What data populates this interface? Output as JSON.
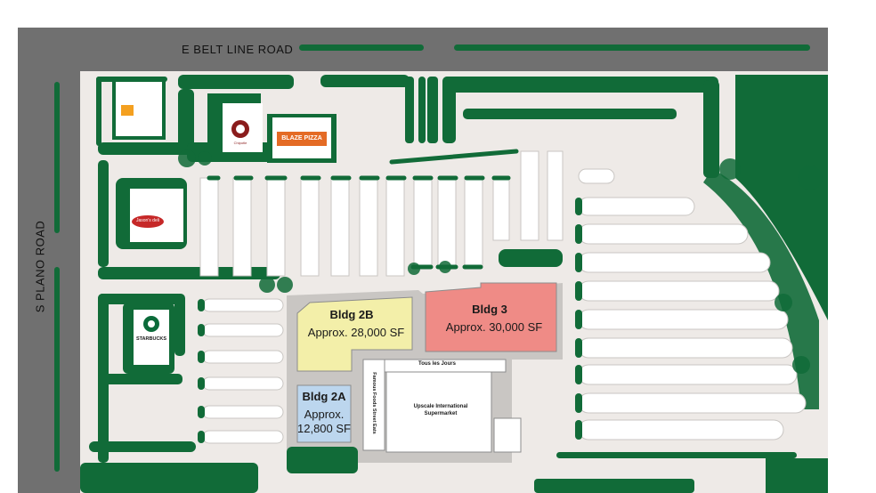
{
  "roads": {
    "north": "E BELT LINE ROAD",
    "west": "S PLANO ROAD"
  },
  "buildings": {
    "bldg_2b": {
      "name": "Bldg 2B",
      "size": "Approx. 28,000 SF",
      "color": "#f3efa9"
    },
    "bldg_3": {
      "name": "Bldg 3",
      "size": "Approx. 30,000 SF",
      "color": "#ef8b86"
    },
    "bldg_2a": {
      "name": "Bldg 2A",
      "size_line1": "Approx.",
      "size_line2": "12,800 SF",
      "color": "#bcd6ee"
    }
  },
  "tenants": {
    "tous_les_jours": "Tous les Jours",
    "famous_foods": "Famous Foods Street Eats",
    "supermarket_line1": "Upscale International",
    "supermarket_line2": "Supermarket",
    "jasons_deli": "Jason's deli",
    "starbucks": "STARBUCKS",
    "blaze_pizza": "BLAZE PIZZA",
    "chipotle": "Chipotle"
  },
  "colors": {
    "road": "#707070",
    "pavement": "#eeeae7",
    "green": "#116b38",
    "building_white": "#ffffff",
    "walkway": "#c9c6c3"
  }
}
